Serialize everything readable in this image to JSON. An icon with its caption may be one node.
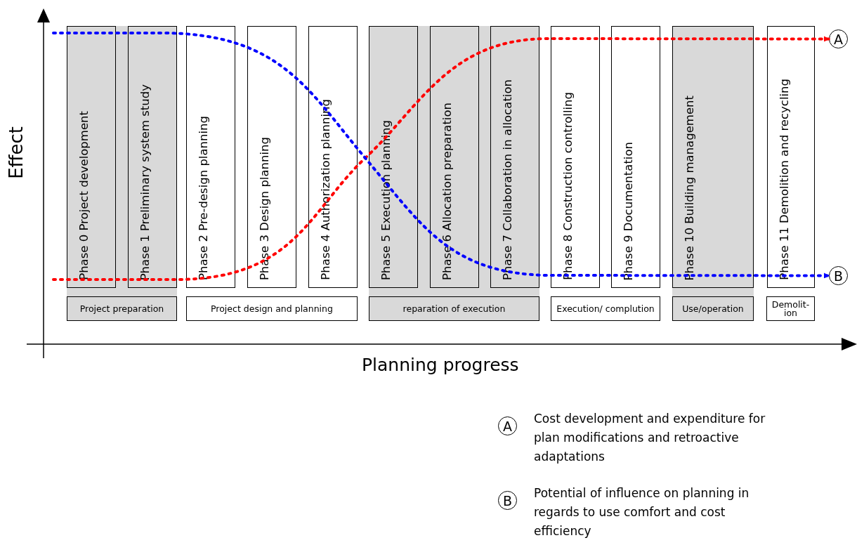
{
  "diagram": {
    "nodes": [
      {
        "text": [
          "Phase 0 Project development"
        ]
      },
      {
        "text": [
          "Phase 1 Preliminary system study"
        ]
      },
      {
        "text": [
          "Phase 2 Pre-design planning"
        ]
      },
      {
        "text": [
          "Phase 3 Design planning"
        ]
      },
      {
        "text": [
          "Phase 4 Authorization planning"
        ]
      },
      {
        "text": [
          "Phase 5 Execution planning"
        ]
      },
      {
        "text": [
          "Phase 6 Allocation preparation"
        ]
      },
      {
        "text": [
          "Phase 7 Collaboration in allocation"
        ]
      },
      {
        "text": [
          "Phase 8 Construction controlling"
        ]
      },
      {
        "text": [
          "Phase 9 Documentation"
        ]
      },
      {
        "text": [
          "Phase 10 Building management"
        ]
      },
      {
        "text": [
          "Phase 11 Demolition and recycling"
        ]
      },
      {
        "text": [
          "Project preparation"
        ]
      },
      {
        "text": [
          "Project design and planning"
        ]
      },
      {
        "text": [
          "reparation of execution"
        ]
      },
      {
        "text": [
          "Execution/ complution"
        ]
      },
      {
        "text": [
          "Use/operation"
        ]
      },
      {
        "text": [
          "Demolit- ion"
        ]
      },
      {
        "text": [
          "A"
        ]
      },
      {
        "text": [
          "B"
        ]
      },
      {
        "text": [
          "A"
        ],
        "beside": [
          "Cost development and expenditure for plan modifications and retroactive adaptations"
        ]
      },
      {
        "text": [
          "B"
        ],
        "beside": [
          "Potential of influence on planning in regards to use comfort and cost efficiency"
        ]
      }
    ],
    "edges": [
      {
        "from": null,
        "to": 18,
        "arrow": "to",
        "style": "dashed",
        "color": "#ff0000"
      },
      {
        "from": null,
        "to": 19,
        "arrow": "to",
        "style": "dashed",
        "color": "#0000ff"
      }
    ],
    "labels": [
      "Effect",
      "Planning progress"
    ]
  }
}
